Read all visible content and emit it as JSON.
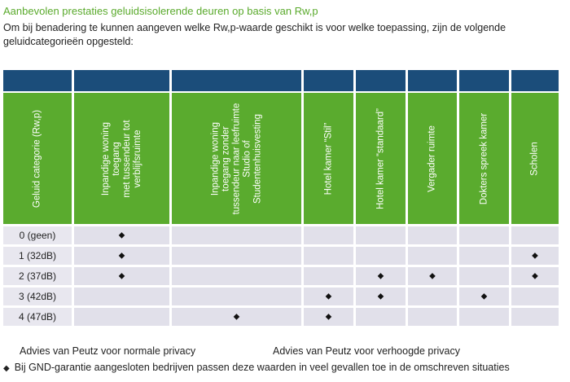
{
  "title": "Aanbevolen prestaties geluidsisolerende deuren op basis van Rw,p",
  "intro": "Om bij benadering te kunnen aangeven welke Rw,p-waarde geschikt is voor welke toepassing, zijn de volgende geluidcategorieën opgesteld:",
  "colors": {
    "header_band": "#1b4d7a",
    "header_green": "#5aab2e",
    "title": "#5aaa2c",
    "row_cell": "#e1e0ea"
  },
  "table": {
    "row_header_label": "Geluid categorie (Rw,p)",
    "columns": [
      "Inpandige woning\ntoegang\nmet tussendeur tot\nverblijfsruimte",
      "Inpandige woning\ntoegang zonder\ntussendeur naar leefruimte\nStudio of\nStudentenhuisvesting",
      "Hotel kamer “Stil”",
      "Hotel kamer “standaard”",
      "Vergader ruimte",
      "Dokters spreek kamer",
      "Scholen"
    ],
    "marker": "◆",
    "rows": [
      {
        "label": "0 (geen)",
        "marks": [
          true,
          false,
          false,
          false,
          false,
          false,
          false
        ]
      },
      {
        "label": "1 (32dB)",
        "marks": [
          true,
          false,
          false,
          false,
          false,
          false,
          true
        ]
      },
      {
        "label": "2 (37dB)",
        "marks": [
          true,
          false,
          false,
          true,
          true,
          false,
          true
        ]
      },
      {
        "label": "3 (42dB)",
        "marks": [
          false,
          false,
          true,
          true,
          false,
          true,
          false
        ]
      },
      {
        "label": "4 (47dB)",
        "marks": [
          false,
          true,
          true,
          false,
          false,
          false,
          false
        ]
      }
    ]
  },
  "footer": {
    "normal": "Advies van Peutz voor normale privacy",
    "high": "Advies van Peutz voor verhoogde privacy",
    "note_marker": "◆",
    "note": "Bij GND-garantie aangesloten bedrijven passen deze waarden in veel gevallen toe in de omschreven situaties"
  }
}
